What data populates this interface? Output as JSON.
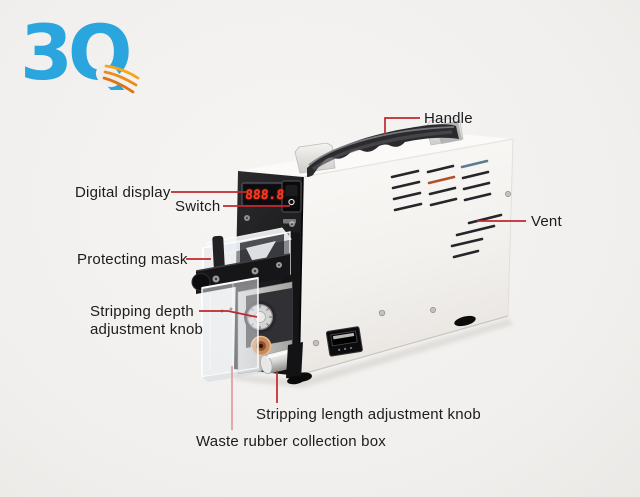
{
  "logo": {
    "text": "3Q"
  },
  "machine": {
    "display_value": "888.8"
  },
  "labels": {
    "handle": "Handle",
    "digital_display": "Digital display",
    "switch": "Switch",
    "vent": "Vent",
    "protecting_mask": "Protecting mask",
    "stripping_depth": [
      "Stripping depth",
      "adjustment knob"
    ],
    "stripping_length": "Stripping length adjustment knob",
    "waste_box": "Waste rubber collection box"
  },
  "colors": {
    "logo_blue": "#2ba5de",
    "wire_orange": "#ee8f1b",
    "leader_red": "#c0272d",
    "leader_pink": "#e49a9c",
    "display_red": "#ff3a20"
  }
}
